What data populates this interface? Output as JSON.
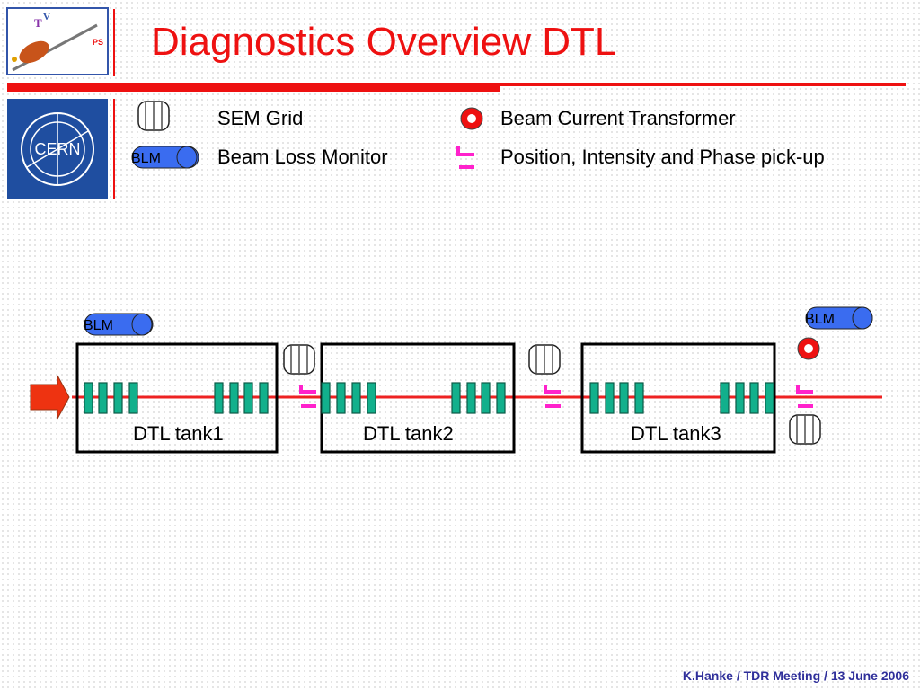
{
  "title": "Diagnostics Overview DTL",
  "logos": {
    "ps_logo_text": "PS",
    "cern_logo_text": "CERN"
  },
  "legend": {
    "sem_grid": "SEM Grid",
    "bct": "Beam Current Transformer",
    "blm": "Beam Loss Monitor",
    "pickup": "Position, Intensity and Phase pick-up",
    "blm_badge": "BLM"
  },
  "diagram": {
    "blm_left": "BLM",
    "blm_right": "BLM",
    "tanks": [
      "DTL tank1",
      "DTL tank2",
      "DTL tank3"
    ]
  },
  "colors": {
    "title": "#ee1111",
    "beam_line": "#ee2222",
    "drift_tube": "#12b08c",
    "pickup": "#ff22cc",
    "blm_fill": "#3a6cf0",
    "bct_ring": "#ee1111",
    "cern_blue": "#1f4ea0",
    "footer": "#2f2f9a"
  },
  "footer": "K.Hanke / TDR Meeting / 13 June  2006"
}
